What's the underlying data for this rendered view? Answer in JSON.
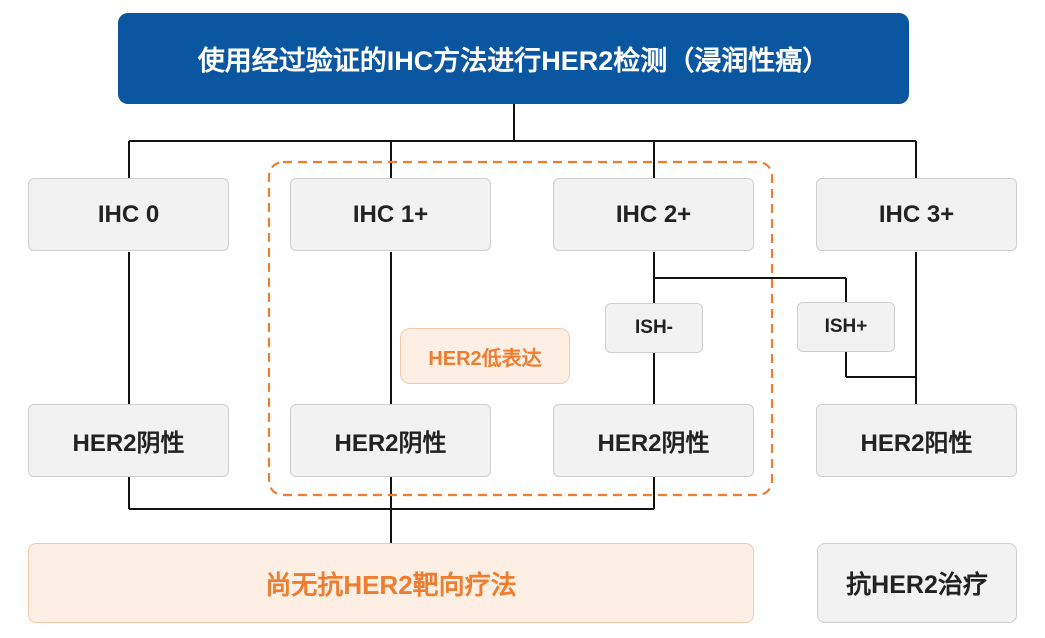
{
  "header": {
    "title": "使用经过验证的IHC方法进行HER2检测（浸润性癌）"
  },
  "ihc": [
    "IHC 0",
    "IHC 1+",
    "IHC 2+",
    "IHC 3+"
  ],
  "ish": {
    "negative": "ISH-",
    "positive": "ISH+"
  },
  "low_expression_label": "HER2低表达",
  "results": [
    "HER2阴性",
    "HER2阴性",
    "HER2阴性",
    "HER2阳性"
  ],
  "outcomes": {
    "no_targeted": "尚无抗HER2靶向疗法",
    "anti_her2": "抗HER2治疗"
  },
  "colors": {
    "header_bg": "#0b56a0",
    "accent_orange": "#ed7d31",
    "node_bg": "#f2f2f2",
    "line": "#111111"
  }
}
